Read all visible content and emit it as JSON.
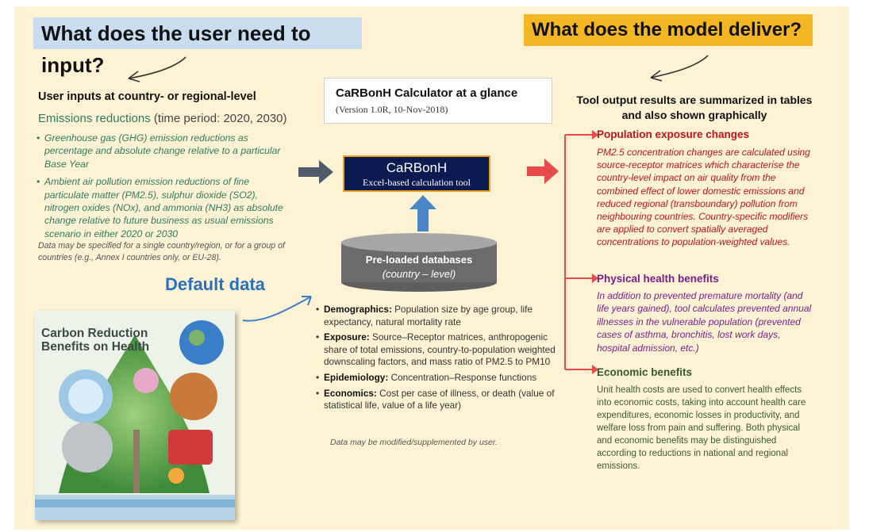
{
  "input_banner": "What does the user need to input?",
  "output_banner": "What does the model deliver?",
  "left": {
    "heading": "User inputs at country- or regional-level",
    "emissions_title": "Emissions reductions",
    "emissions_period": "(time period: 2020, 2030)",
    "bullets": [
      "Greenhouse gas (GHG) emission reductions as percentage and absolute change relative to a particular Base Year",
      "Ambient air pollution emission reductions of fine particulate matter (PM2.5), sulphur dioxide (SO2), nitrogen oxides (NOx), and ammonia (NH3) as absolute change relative to future business as usual emissions scenario in either 2020 or 2030"
    ],
    "note": "Data may be specified for a single country/region, or for a group of countries (e.g., Annex I countries only, or EU-28).",
    "default_data": "Default data"
  },
  "glance": {
    "title": "CaRBonH Calculator at a glance",
    "version": "(Version 1.0R, 10-Nov-2018)"
  },
  "tool": {
    "name": "CaRBonH",
    "subtitle": "Excel-based calculation tool"
  },
  "database": {
    "title": "Pre-loaded databases",
    "subtitle": "(country – level)"
  },
  "db_items": [
    {
      "label": "Demographics:",
      "text": "Population size by age group, life expectancy, natural mortality rate"
    },
    {
      "label": "Exposure:",
      "text": "Source–Receptor matrices, anthropogenic share of total emissions, country-to-population weighted downscaling factors, and mass ratio of PM2.5 to PM10"
    },
    {
      "label": "Epidemiology:",
      "text": "Concentration–Response functions"
    },
    {
      "label": "Economics:",
      "text": "Cost per case of illness, or death (value of statistical life, value of a life year)"
    }
  ],
  "db_note": "Data may be modified/supplemented by user.",
  "book": {
    "title_line1": "Carbon Reduction",
    "title_line2": "Benefits on Health"
  },
  "right": {
    "heading": "Tool output results are summarized in tables and also shown graphically",
    "sections": [
      {
        "title": "Population exposure changes",
        "text": "PM2.5 concentration changes are calculated using source-receptor matrices which characterise the country-level impact on air quality from the combined effect of lower domestic emissions and reduced regional (transboundary) pollution from neighbouring countries. Country-specific modifiers are applied to convert spatially averaged concentrations to population-weighted values."
      },
      {
        "title": "Physical health benefits",
        "text": "In addition to prevented premature mortality (and life years gained), tool calculates prevented annual illnesses in the vulnerable population (prevented cases of asthma, bronchitis, lost work days, hospital admission, etc.)"
      },
      {
        "title": "Economic benefits",
        "text": "Unit health costs are used to convert health effects into economic costs, taking into account health care expenditures, economic losses in productivity, and welfare loss from pain and suffering. Both physical and economic benefits may be distinguished according to reductions in national and regional emissions."
      }
    ]
  },
  "colors": {
    "panel": "#fdf3d4",
    "input_banner": "#c8def0",
    "output_banner": "#f5b624",
    "tool_box": "#0c1a52",
    "output_arrow": "#e84a4a",
    "input_arrow": "#4f5b6b",
    "db_arrow": "#4a86c8",
    "red_text": "#c1121f",
    "purple_text": "#7b1f8a",
    "green_text": "#2f7a5e"
  }
}
